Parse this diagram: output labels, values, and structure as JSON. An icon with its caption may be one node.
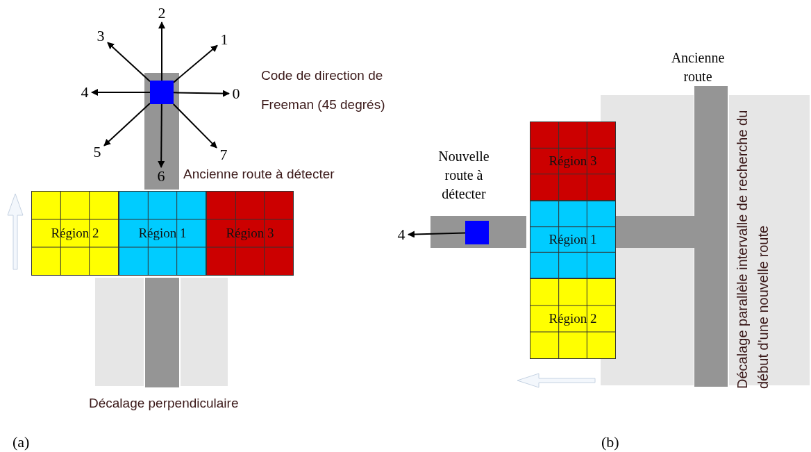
{
  "diagram": {
    "nodes": [
      {
        "text": [],
        "shape": "box"
      },
      {
        "text": [
          "0"
        ]
      },
      {
        "text": [
          "1"
        ]
      },
      {
        "text": [
          "2"
        ]
      },
      {
        "text": [
          "3"
        ]
      },
      {
        "text": [
          "4"
        ]
      },
      {
        "text": [
          "5"
        ]
      },
      {
        "text": [
          "6"
        ]
      },
      {
        "text": [
          "7"
        ]
      },
      {
        "text": [
          "Région 2"
        ]
      },
      {
        "text": [
          "Région 1"
        ]
      },
      {
        "text": [
          "Région 3"
        ]
      },
      {
        "text": [
          "4"
        ]
      },
      {
        "text": [],
        "shape": "box"
      },
      {
        "text": [
          "Région 3"
        ]
      },
      {
        "text": [
          "Région 1"
        ]
      },
      {
        "text": [
          "Région 2"
        ]
      }
    ],
    "edges": [
      {
        "from": 0,
        "to": 1,
        "arrow": "to"
      },
      {
        "from": 0,
        "to": 2,
        "arrow": "to"
      },
      {
        "from": 0,
        "to": 3,
        "arrow": "to"
      },
      {
        "from": 0,
        "to": 4,
        "arrow": "to"
      },
      {
        "from": 0,
        "to": 5,
        "arrow": "to"
      },
      {
        "from": 0,
        "to": 6,
        "arrow": "to"
      },
      {
        "from": 0,
        "to": 7,
        "arrow": "to"
      },
      {
        "from": 0,
        "to": 8,
        "arrow": "to"
      },
      {
        "from": 13,
        "to": 12,
        "arrow": "to"
      }
    ],
    "labels": [
      "Code de direction de Freeman (45 degrés)",
      "Ancienne route à détecter",
      "Décalage perpendiculaire",
      "(a)",
      "Nouvelle route à détecter",
      "Ancienne route",
      "Décalage parallèle intervalle de recherche du début d'une nouvelle route",
      "(b)"
    ]
  }
}
